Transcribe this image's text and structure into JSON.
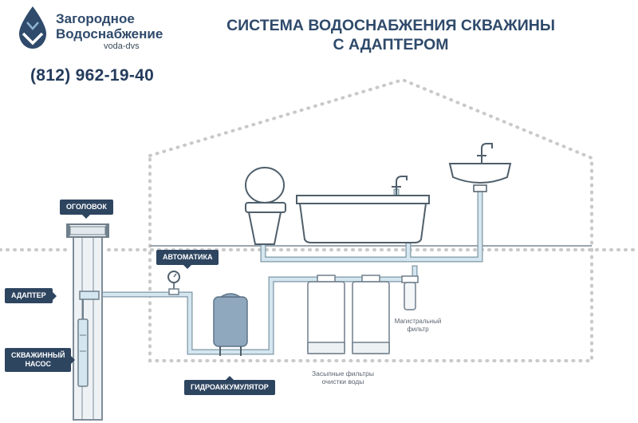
{
  "brand": {
    "name_line1": "Загородное",
    "name_line2": "Водоснабжение",
    "sub": "voda-dvs",
    "phone": "(812) 962-19-40",
    "logo_icon": "water-drop-icon"
  },
  "title": {
    "line1": "СИСТЕМА ВОДОСНАБЖЕНИЯ СКВАЖИНЫ",
    "line2": "С АДАПТЕРОМ"
  },
  "labels": {
    "head": "ОГОЛОВОК",
    "adapter": "АДАПТЕР",
    "pump_line1": "СКВАЖИННЫЙ",
    "pump_line2": "НАСОС",
    "automation": "АВТОМАТИКА",
    "accumulator": "ГИДРОАККУМУЛЯТОР",
    "main_filter_line1": "Магистральный",
    "main_filter_line2": "фильтр",
    "bulk_filters_line1": "Засыпные фильтры",
    "bulk_filters_line2": "очистки воды"
  },
  "colors": {
    "brand": "#2f4a6b",
    "tag_bg": "#2e4560",
    "pipe": "#bcd6e3",
    "pipe_outline": "#7e97a6",
    "dotted": "#c9c9c9",
    "tank": "#8fa8bd"
  }
}
